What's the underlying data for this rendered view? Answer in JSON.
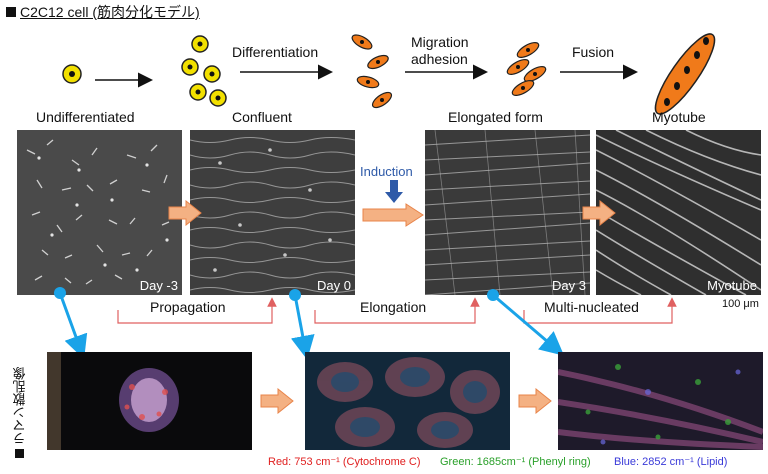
{
  "title": "C2C12 cell (筋肉分化モデル)",
  "stages": {
    "differentiation": "Differentiation",
    "migration_line1": "Migration",
    "migration_line2": "adhesion",
    "fusion": "Fusion"
  },
  "panel_labels": [
    "Undifferentiated",
    "Confluent",
    "Elongated form",
    "Myotube"
  ],
  "day_labels": [
    "Day -3",
    "Day 0",
    "Day 3",
    "Myotube"
  ],
  "induction": "Induction",
  "phases": [
    "Propagation",
    "Elongation",
    "Multi-nucleated"
  ],
  "scale_bar": "100 μm",
  "side_label": "ラマン散乱像",
  "legend": {
    "red": "Red: 753 cm⁻¹ (Cytochrome C)",
    "green": "Green: 1685cm⁻¹ (Phenyl ring)",
    "blue": "Blue: 2852 cm⁻¹ (Lipid)"
  },
  "colors": {
    "cell_yellow": "#f2e000",
    "cell_orange": "#f07a1a",
    "arrow_orange": "#f4b183",
    "bracket_red": "#e06060",
    "pointer_blue": "#1aa3e8",
    "induction_blue": "#2e5aa8",
    "legend_red": "#e02020",
    "legend_green": "#2aa02a",
    "legend_blue": "#3a3ad8"
  }
}
